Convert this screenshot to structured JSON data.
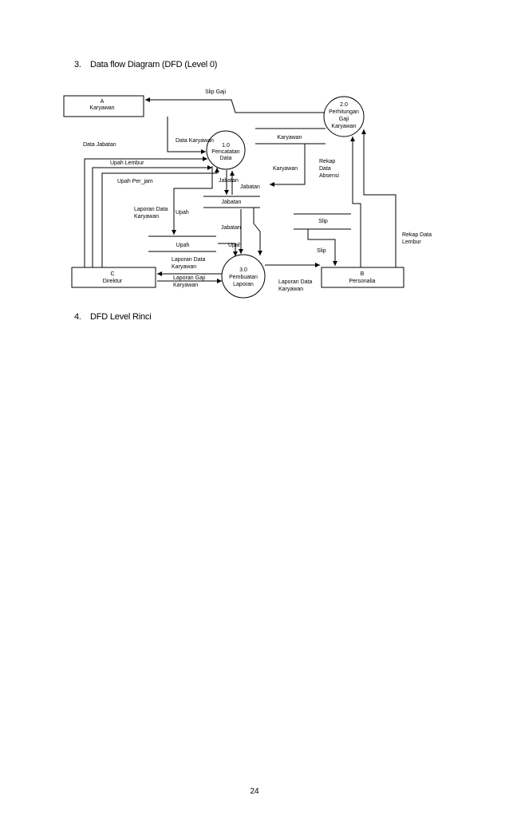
{
  "headings": [
    {
      "number": "3.",
      "text": "Data flow Diagram (DFD (Level 0)"
    },
    {
      "number": "4.",
      "text": "DFD Level Rinci"
    }
  ],
  "page_number": "24",
  "entities": {
    "karyawan": {
      "code": "A",
      "name": "Karyawan"
    },
    "direktur": {
      "code": "C",
      "name": "Direktur"
    },
    "personalia": {
      "code": "B",
      "name": "Personalia"
    }
  },
  "processes": {
    "p1": {
      "id": "1.0",
      "lines": [
        "Pencatatan",
        "Data"
      ]
    },
    "p2": {
      "id": "2.0",
      "lines": [
        "Perhitungan",
        "Gaji",
        "Karyawan"
      ]
    },
    "p3": {
      "id": "3.0",
      "lines": [
        "Pembuatan",
        "Laporan"
      ]
    }
  },
  "stores": {
    "karyawan": "Karyawan",
    "jabatan": "Jabatan",
    "upah": "Upah",
    "slip": "Slip"
  },
  "flows": {
    "slip_gaji": "Slip Gaji",
    "data_karyawan": "Data Karyawan",
    "data_jabatan": "Data Jabatan",
    "upah_lembur": "Upah Lembur",
    "upah_per_jam": "Upah Per_jam",
    "jabatan_a": "Jabatan",
    "jabatan_b": "Jabatan",
    "jabatan_c": "Jabatan",
    "karyawan_flow": "Karyawan",
    "rekap_absensi": [
      "Rekap",
      "Data",
      "Absensi"
    ],
    "laporan_data_karyawan_1": [
      "Laporan Data",
      "Karyawan"
    ],
    "upah_a": "Upah",
    "upah_b": "Upah",
    "laporan_data_karyawan_2": [
      "Laporan Data",
      "Karyawan"
    ],
    "laporan_gaji_karyawan": [
      "Laporan Gaji",
      "Karyawan"
    ],
    "laporan_data_karyawan_3": [
      "Laporan Data",
      "Karyawan"
    ],
    "slip_flow": "Slip",
    "rekap_data_lembur": [
      "Rekap Data",
      "Lembur"
    ]
  }
}
